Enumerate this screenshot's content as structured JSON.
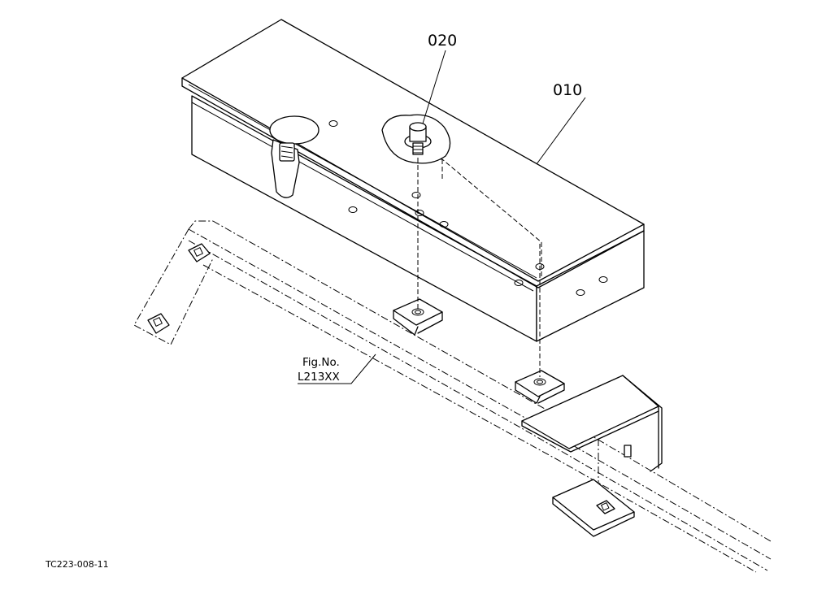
{
  "callouts": {
    "part_010": "010",
    "part_020": "020"
  },
  "reference": {
    "line1": "Fig.No.",
    "line2": "L213XX"
  },
  "drawing_code": "TC223-008-11"
}
